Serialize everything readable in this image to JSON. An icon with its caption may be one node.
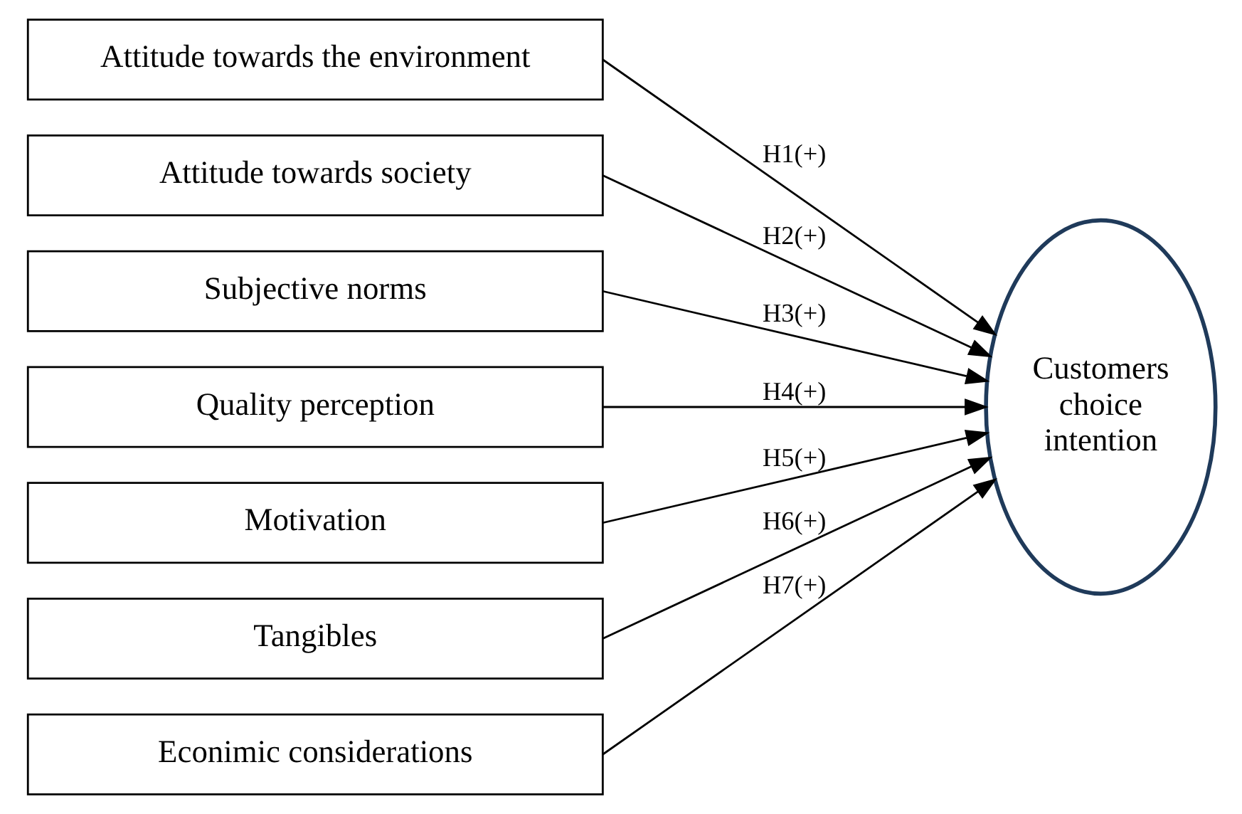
{
  "diagram": {
    "nodes": [
      {
        "text": [
          "Attitude towards the environment"
        ]
      },
      {
        "text": [
          "Attitude towards society"
        ]
      },
      {
        "text": [
          "Subjective norms"
        ]
      },
      {
        "text": [
          "Quality perception"
        ]
      },
      {
        "text": [
          "Motivation"
        ]
      },
      {
        "text": [
          "Tangibles"
        ]
      },
      {
        "text": [
          "Econimic considerations"
        ]
      },
      {
        "text": [
          "Customers choice intention"
        ]
      }
    ],
    "edges": [
      {
        "from": 0,
        "to": 7,
        "arrow": "to",
        "label": "H1(+)"
      },
      {
        "from": 1,
        "to": 7,
        "arrow": "to",
        "label": "H2(+)"
      },
      {
        "from": 2,
        "to": 7,
        "arrow": "to",
        "label": "H3(+)"
      },
      {
        "from": 3,
        "to": 7,
        "arrow": "to",
        "label": "H4(+)"
      },
      {
        "from": 4,
        "to": 7,
        "arrow": "to",
        "label": "H5(+)"
      },
      {
        "from": 5,
        "to": 7,
        "arrow": "to",
        "label": "H6(+)"
      },
      {
        "from": 6,
        "to": 7,
        "arrow": "to",
        "label": "H7(+)"
      }
    ]
  }
}
